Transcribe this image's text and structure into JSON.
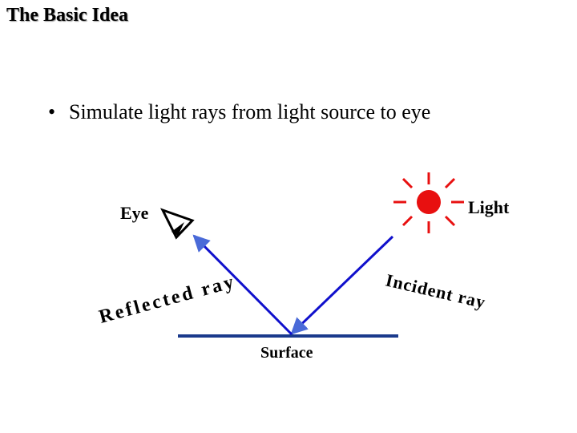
{
  "slide": {
    "title": "The Basic Idea",
    "bullet": "Simulate light rays from light source to eye"
  },
  "diagram": {
    "labels": {
      "eye": "Eye",
      "light": "Light",
      "surface": "Surface",
      "reflected_ray": "Reflected ray",
      "incident_ray": "Incident ray"
    },
    "colors": {
      "ray": "#1010cc",
      "surface": "#1a3a8c",
      "light": "#e81010",
      "arrowhead": "#4a6ad8"
    },
    "icons": [
      "eye-icon",
      "sun-icon"
    ]
  }
}
